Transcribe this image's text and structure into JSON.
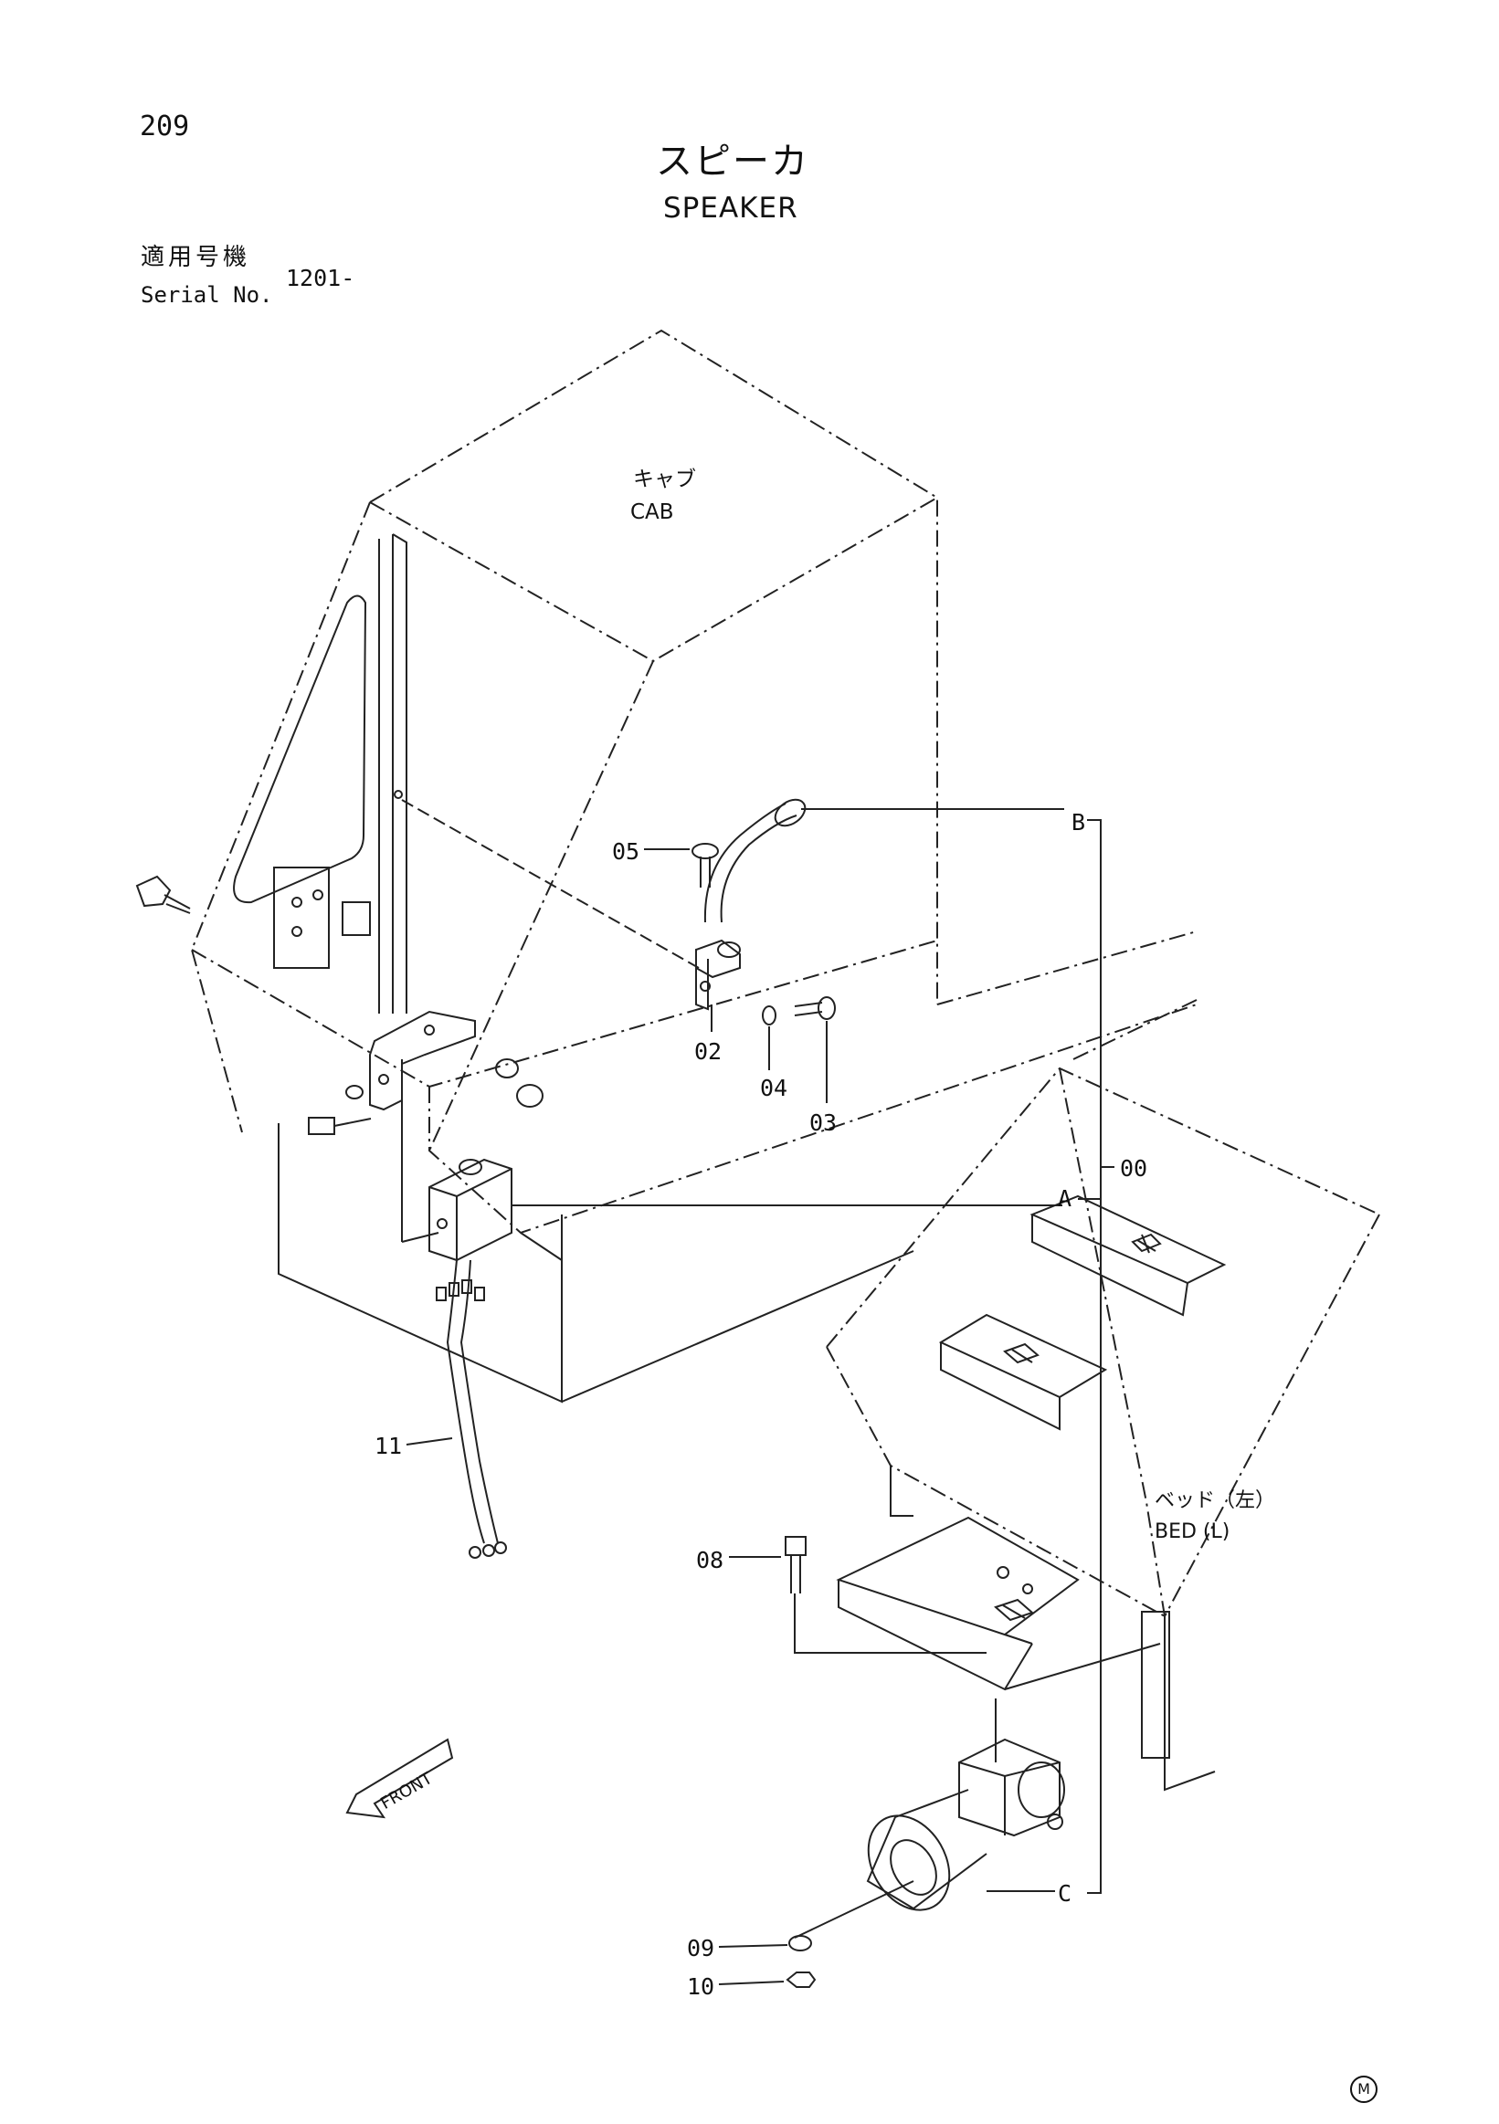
{
  "page_number": "209",
  "title_ja": "スピーカ",
  "title_en": "SPEAKER",
  "serial": {
    "label_ja": "適用号機",
    "label_en": "Serial No.",
    "value": "1201-"
  },
  "labels": {
    "cab_ja": "キャブ",
    "cab_en": "CAB",
    "bed_ja": "ベッド（左）",
    "bed_en": "BED (L)",
    "front": "FRONT"
  },
  "callouts": {
    "p05": "05",
    "p02": "02",
    "p04": "04",
    "p03": "03",
    "p00": "00",
    "p11": "11",
    "p08": "08",
    "p09": "09",
    "p10": "10",
    "ref_b": "B",
    "ref_a": "A",
    "ref_c": "C"
  },
  "mark": "M"
}
